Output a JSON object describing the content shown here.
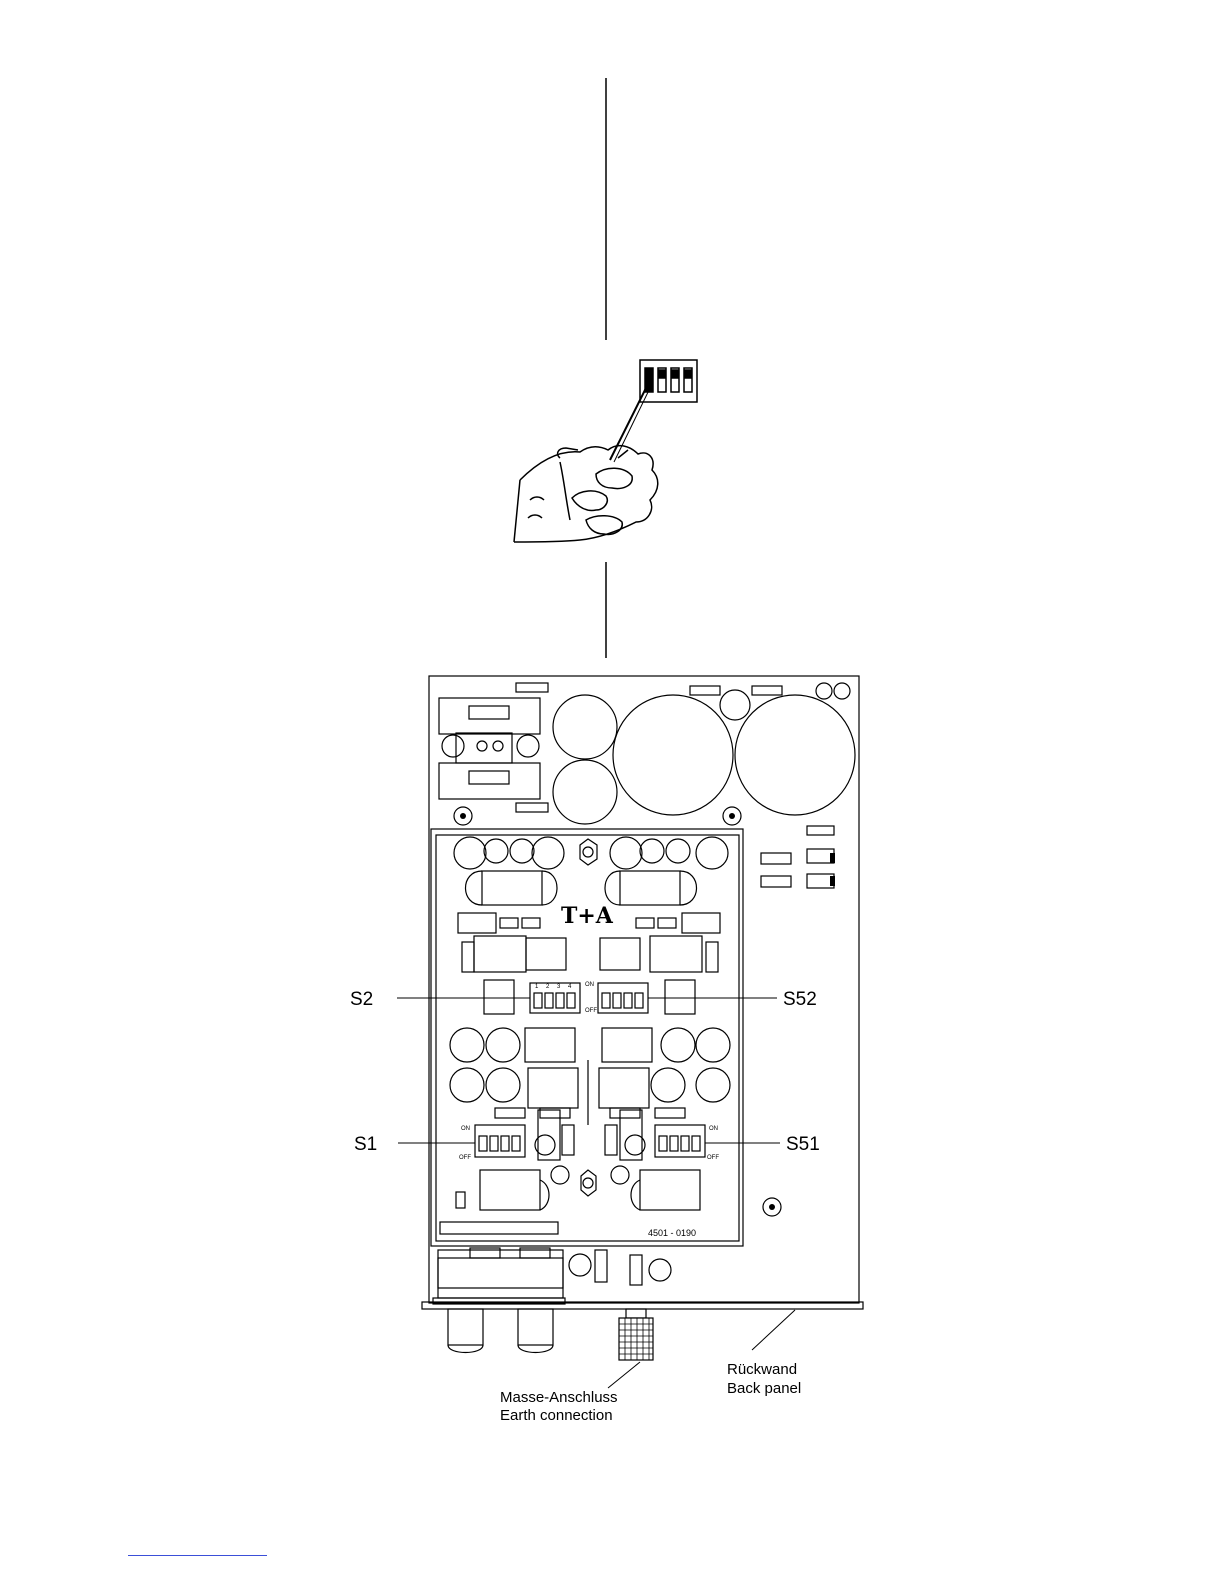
{
  "labels": {
    "s2": "S2",
    "s52": "S52",
    "s1": "S1",
    "s51": "S51",
    "brand": "T+A",
    "board_number": "4501 - 0190",
    "on": "ON",
    "off": "OFF",
    "back_panel_de": "Rückwand",
    "back_panel_en": "Back panel",
    "earth_de": "Masse-Anschluss",
    "earth_en": "Earth connection"
  },
  "dip_numbers": [
    "1",
    "2",
    "3",
    "4"
  ],
  "colors": {
    "ink": "#000000",
    "paper": "#ffffff",
    "footer_rule": "#3b4fd8"
  }
}
